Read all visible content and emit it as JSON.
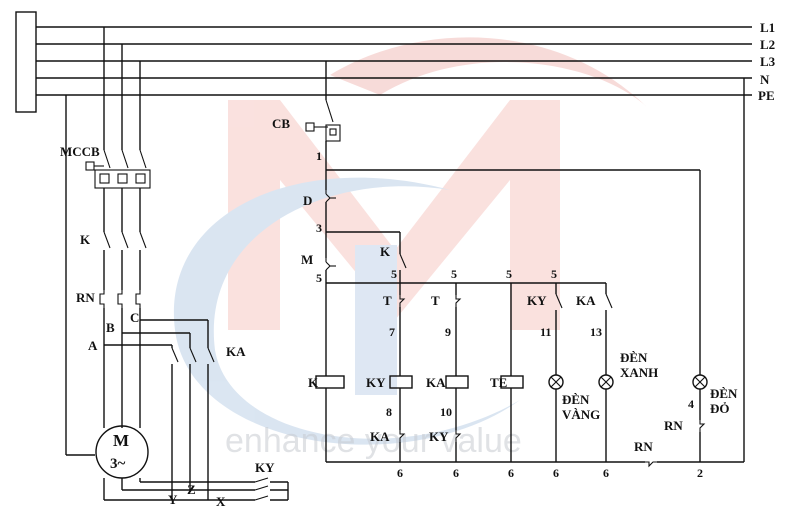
{
  "watermark": {
    "slogan": "enhance your value",
    "accent_red": "#d9473f",
    "accent_blue": "#3c6ea8"
  },
  "bus": {
    "L1": "L1",
    "L2": "L2",
    "L3": "L3",
    "N": "N",
    "PE": "PE"
  },
  "power": {
    "mccb": "MCCB",
    "k": "K",
    "rn": "RN",
    "a": "A",
    "b": "B",
    "c": "C",
    "ka": "KA",
    "ky": "KY",
    "y": "Y",
    "z": "Z",
    "x": "X",
    "motor_m": "M",
    "motor_sub": "3~"
  },
  "control": {
    "cb": "CB",
    "n1": "1",
    "d": "D",
    "n3": "3",
    "m": "M",
    "n5a": "5",
    "k_aux": "K",
    "n5b": "5",
    "n5c": "5",
    "n5d": "5",
    "n5e": "5",
    "t1": "T",
    "t2": "T",
    "ky_aux": "KY",
    "ka_aux": "KA",
    "n7": "7",
    "n9": "9",
    "n11": "11",
    "n13": "13",
    "coil_k": "K",
    "coil_ky": "KY",
    "coil_ka": "KA",
    "coil_t": "TE",
    "n8": "8",
    "n10": "10",
    "ka_nc": "KA",
    "ky_nc": "KY",
    "den_xanh_1": "ĐÈN",
    "den_xanh_2": "XANH",
    "den_vang_1": "ĐÈN",
    "den_vang_2": "VÀNG",
    "den_do_1": "ĐÈN",
    "den_do_2": "ĐỎ",
    "n4": "4",
    "rn_lamp": "RN",
    "rn_bottom": "RN",
    "b6a": "6",
    "b6b": "6",
    "b6c": "6",
    "b6d": "6",
    "b6e": "6",
    "b2": "2"
  }
}
